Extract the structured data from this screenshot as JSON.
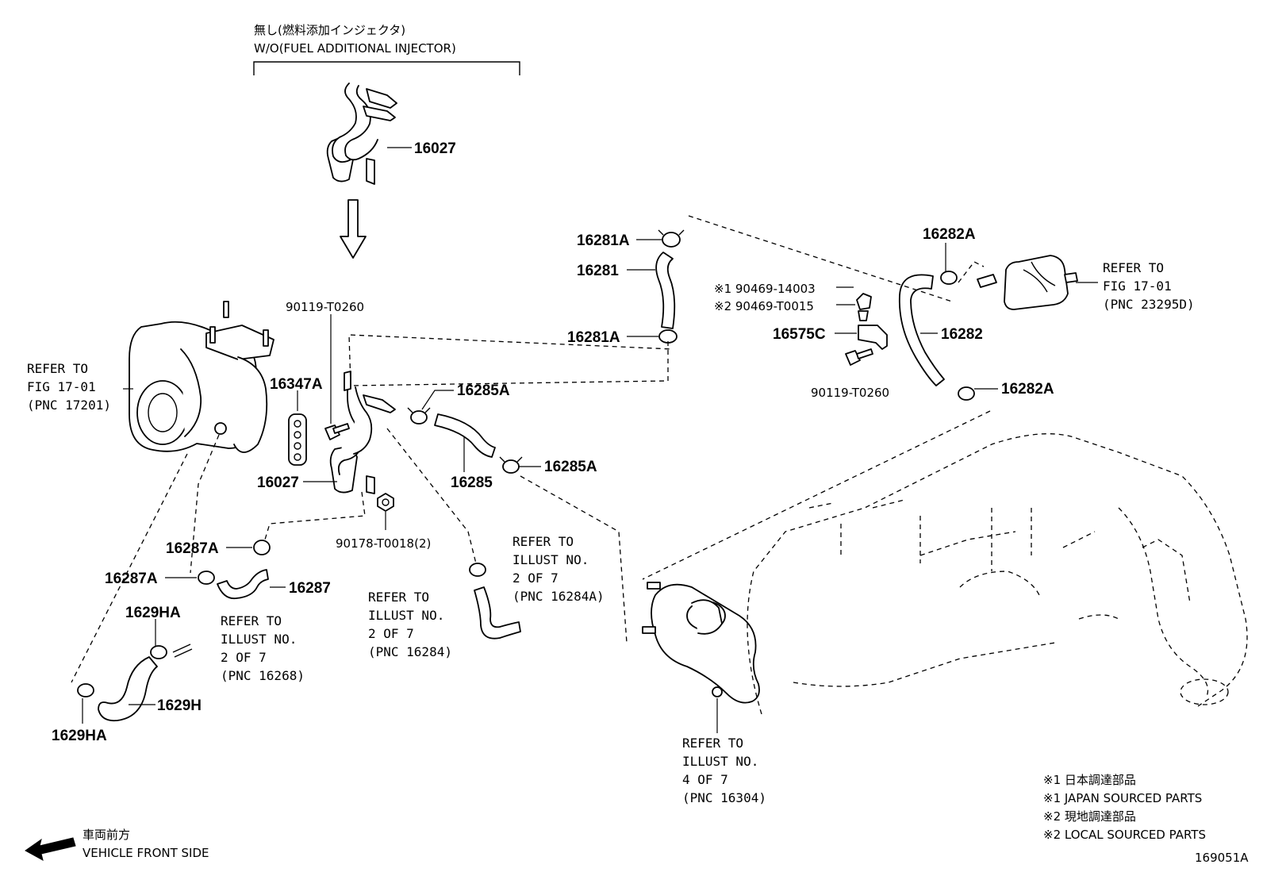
{
  "header": {
    "variant_jp": "無し(燃料添加インジェクタ)",
    "variant_en": "W/O(FUEL ADDITIONAL INJECTOR)"
  },
  "part_numbers": {
    "p16027_top": "16027",
    "p16281A_top": "16281A",
    "p16281": "16281",
    "p16281A_bottom": "16281A",
    "p16282A_top": "16282A",
    "p90469_14003": "※1 90469-14003",
    "p90469_T0015": "※2 90469-T0015",
    "p16575C": "16575C",
    "p16282": "16282",
    "p90119_T0260_right": "90119-T0260",
    "p16282A_bottom": "16282A",
    "p90119_T0260_left": "90119-T0260",
    "p16347A": "16347A",
    "p16285A_top": "16285A",
    "p16285A_bottom": "16285A",
    "p16285": "16285",
    "p16027_bottom": "16027",
    "p90178_T0018": "90178-T0018(2)",
    "p16287A_top": "16287A",
    "p16287A_bottom": "16287A",
    "p16287": "16287",
    "p1629HA_top": "1629HA",
    "p1629H": "1629H",
    "p1629HA_bottom": "1629HA"
  },
  "references": {
    "ref_fig_17201": [
      "REFER TO",
      "FIG 17-01",
      "(PNC 17201)"
    ],
    "ref_fig_23295D": [
      "REFER TO",
      "FIG 17-01",
      "(PNC 23295D)"
    ],
    "ref_illust_16268": [
      "REFER TO",
      "ILLUST NO.",
      "2 OF 7",
      "(PNC 16268)"
    ],
    "ref_illust_16284": [
      "REFER TO",
      "ILLUST NO.",
      "2 OF 7",
      "(PNC 16284)"
    ],
    "ref_illust_16284A": [
      "REFER TO",
      "ILLUST NO.",
      "2 OF 7",
      "(PNC 16284A)"
    ],
    "ref_illust_16304": [
      "REFER TO",
      "ILLUST NO.",
      "4 OF 7",
      "(PNC 16304)"
    ]
  },
  "legend": {
    "line1": "※1 日本調達部品",
    "line2": "※1 JAPAN SOURCED PARTS",
    "line3": "※2 現地調達部品",
    "line4": "※2 LOCAL SOURCED PARTS"
  },
  "footer": {
    "front_jp": "車両前方",
    "front_en": "VEHICLE FRONT SIDE",
    "diagram_id": "169051A"
  },
  "icons": {
    "down_arrow": "hollow-down-arrow-icon",
    "front_arrow": "solid-left-arrow-icon"
  }
}
